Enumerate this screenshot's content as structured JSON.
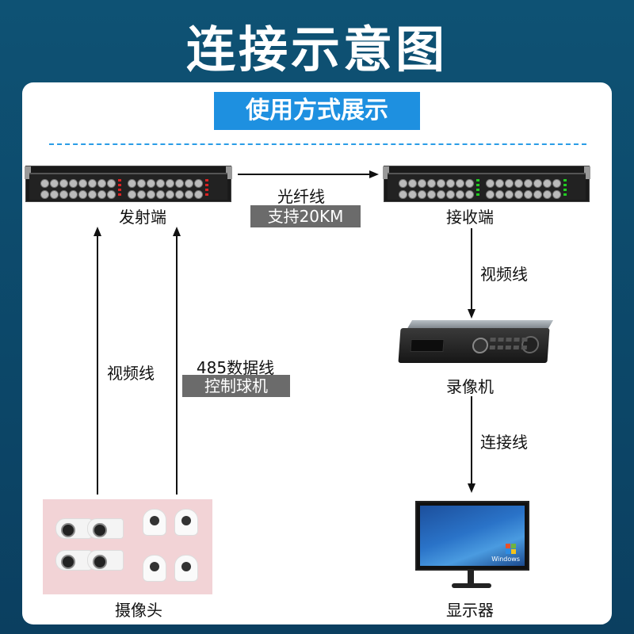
{
  "header": {
    "title": "连接示意图"
  },
  "subtitle": "使用方式展示",
  "transmitter": {
    "label": "发射端"
  },
  "receiver": {
    "label": "接收端"
  },
  "fiber_link": {
    "label": "光纤线",
    "tag": "支持20KM"
  },
  "video_line_left": {
    "label": "视频线"
  },
  "data_line": {
    "label": "485数据线",
    "tag": "控制球机"
  },
  "video_line_right": {
    "label": "视频线"
  },
  "recorder": {
    "label": "录像机"
  },
  "connection_line": {
    "label": "连接线"
  },
  "cameras": {
    "label": "摄像头"
  },
  "monitor": {
    "label": "显示器",
    "screen_text": "Windows"
  },
  "colors": {
    "background": "#0d4a6e",
    "panel": "#ffffff",
    "subtitle_box": "#1e90e0",
    "dashed_line": "#2a9de6",
    "tag_gray": "#6b6b6b",
    "camera_bg": "#f2d3d6"
  }
}
